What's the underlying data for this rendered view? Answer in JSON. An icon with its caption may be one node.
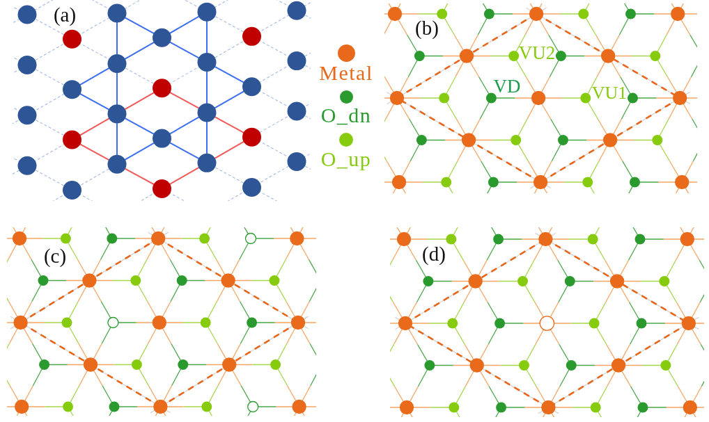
{
  "diagram": {
    "labels": [
      "(a)",
      "(b)",
      "VU2",
      "VD",
      "VU1",
      "(c)",
      "(d)"
    ],
    "legend": [
      {
        "text": "Metal",
        "color": "#e8691b"
      },
      {
        "text": "O_dn",
        "color": "#2b9b30"
      },
      {
        "text": "O_up",
        "color": "#86cb0e"
      }
    ]
  }
}
